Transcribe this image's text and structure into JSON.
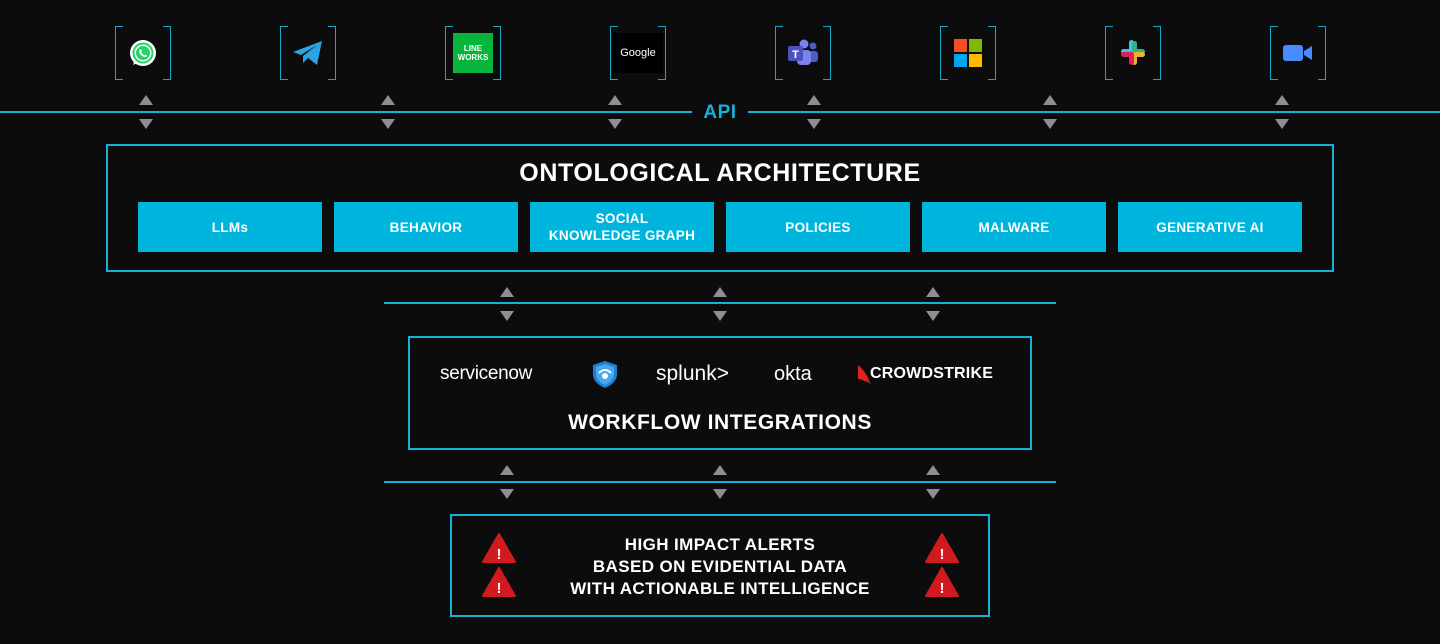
{
  "apps": [
    {
      "name": "WhatsApp",
      "icon": "whatsapp-icon"
    },
    {
      "name": "Telegram",
      "icon": "telegram-icon"
    },
    {
      "name": "LINE WORKS",
      "icon": "line-works-icon",
      "line1": "LINE",
      "line2": "WORKS"
    },
    {
      "name": "Google",
      "icon": "google-icon",
      "label": "Google"
    },
    {
      "name": "Microsoft Teams",
      "icon": "teams-icon"
    },
    {
      "name": "Microsoft",
      "icon": "microsoft-icon"
    },
    {
      "name": "Slack",
      "icon": "slack-icon"
    },
    {
      "name": "Zoom",
      "icon": "zoom-icon"
    }
  ],
  "api_label": "API",
  "ontology": {
    "title": "ONTOLOGICAL ARCHITECTURE",
    "chips": [
      "LLMs",
      "BEHAVIOR",
      "SOCIAL\nKNOWLEDGE GRAPH",
      "POLICIES",
      "MALWARE",
      "GENERATIVE AI"
    ]
  },
  "workflow": {
    "title": "WORKFLOW INTEGRATIONS",
    "logos": {
      "servicenow": "servicenow",
      "splunk": "splunk>",
      "okta": "okta",
      "crowdstrike": "CROWDSTRIKE"
    }
  },
  "alerts": {
    "lines": [
      "HIGH IMPACT ALERTS",
      "BASED ON EVIDENTIAL DATA",
      "WITH ACTIONABLE INTELLIGENCE"
    ]
  },
  "colors": {
    "accent": "#16b1d6",
    "chip": "#00b5dd",
    "background": "#0c0c0d",
    "arrow": "#8d8f94",
    "warning": "#d11a1f"
  }
}
